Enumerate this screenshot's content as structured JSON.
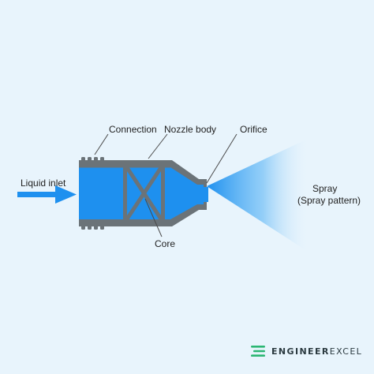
{
  "labels": {
    "liquid_inlet": "Liquid inlet",
    "connection": "Connection",
    "nozzle_body": "Nozzle body",
    "orifice": "Orifice",
    "spray": "Spray",
    "spray_pattern": "(Spray pattern)",
    "core": "Core"
  },
  "brand": {
    "part1": "ENGINEER",
    "part2": "EXCEL",
    "accent": "#2bb673"
  },
  "colors": {
    "background": "#e8f4fc",
    "body_gray": "#6b7378",
    "liquid_blue": "#1e90ef",
    "spray_blue": "#1e90ef"
  }
}
